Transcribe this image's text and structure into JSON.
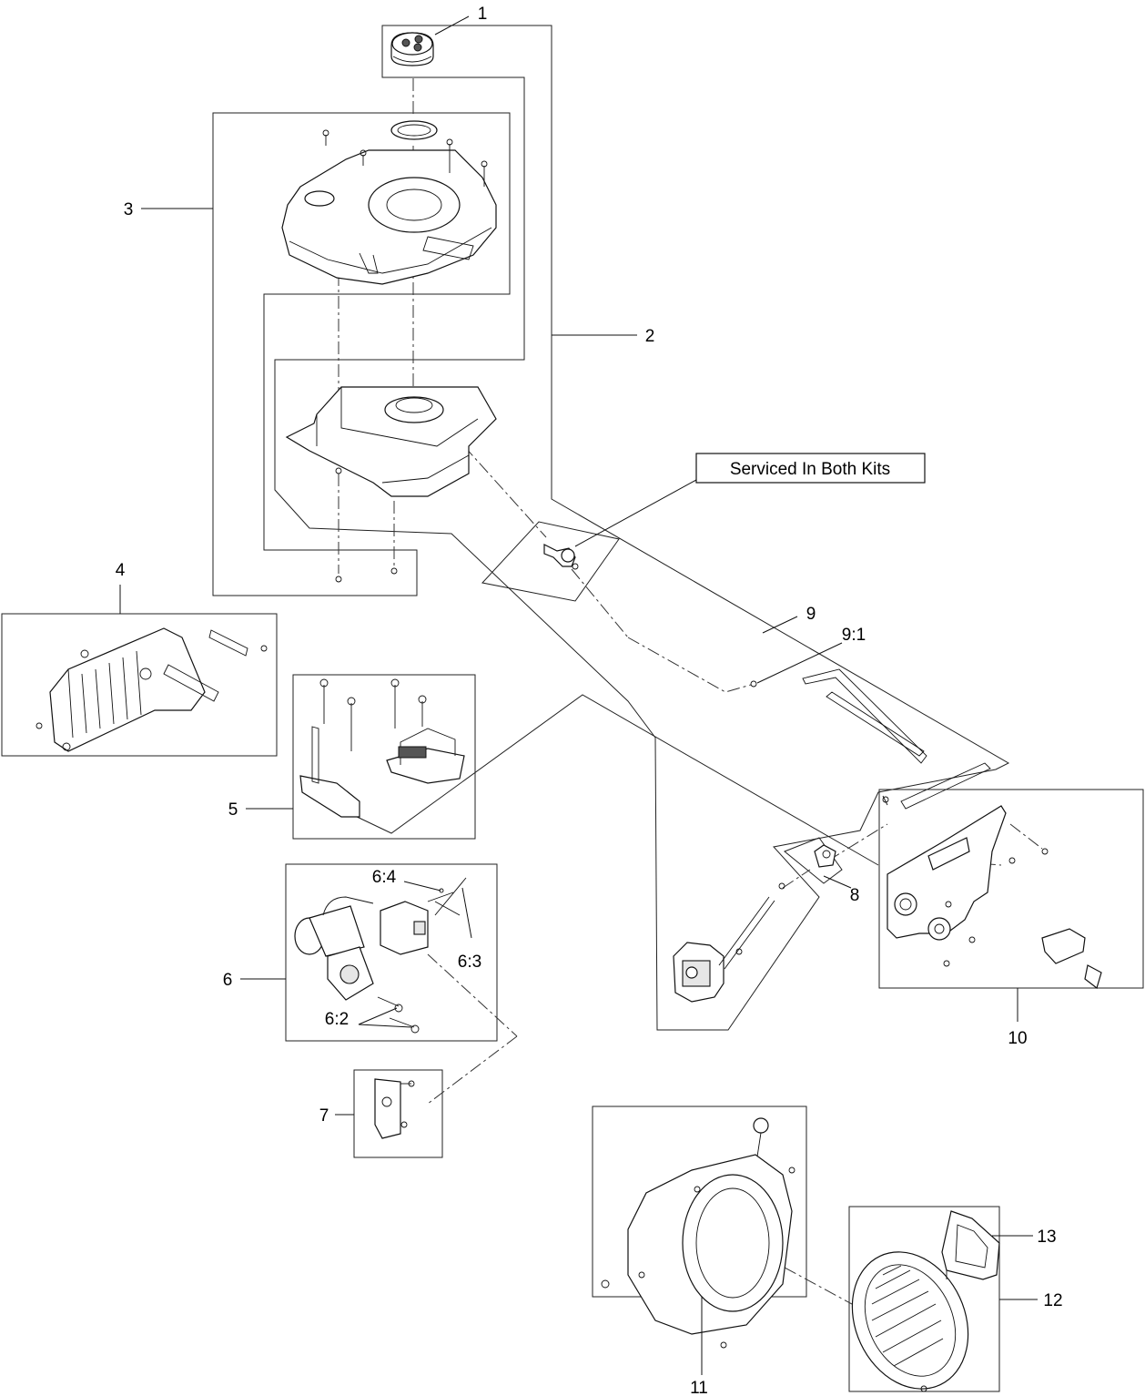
{
  "callouts": {
    "c1": "1",
    "c2": "2",
    "c3": "3",
    "c4": "4",
    "c5": "5",
    "c6": "6",
    "c6_2": "6:2",
    "c6_3": "6:3",
    "c6_4": "6:4",
    "c7": "7",
    "c8": "8",
    "c9": "9",
    "c9_1": "9:1",
    "c10": "10",
    "c11": "11",
    "c12": "12",
    "c13": "13"
  },
  "note": {
    "serviced_kits": "Serviced In Both Kits"
  }
}
